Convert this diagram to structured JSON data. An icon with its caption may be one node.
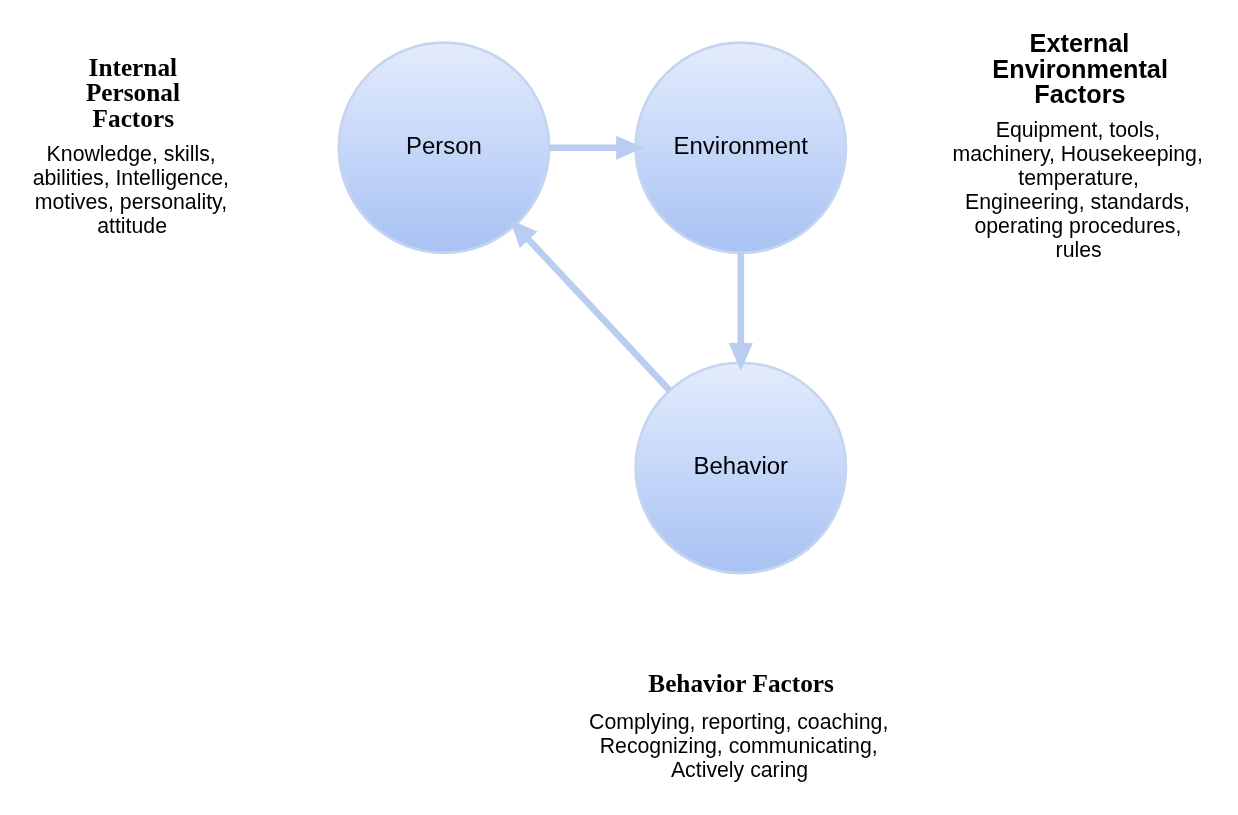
{
  "diagram": {
    "nodes": [
      {
        "text": [
          "Person"
        ]
      },
      {
        "text": [
          "Environment"
        ]
      },
      {
        "text": [
          "Behavior"
        ]
      }
    ],
    "edges": [
      {
        "from": 0,
        "to": 1,
        "arrow": "to"
      },
      {
        "from": 1,
        "to": 2,
        "arrow": "to"
      },
      {
        "from": 2,
        "to": 0,
        "arrow": "to"
      }
    ],
    "labels": [
      "Internal Personal Factors",
      "Knowledge, skills, abilities, Intelligence, motives, personality, attitude",
      "External Environmental Factors",
      "Equipment, tools, machinery, Housekeeping, temperature, Engineering, standards, operating procedures, rules",
      "Behavior Factors",
      "Complying, reporting, coaching, Recognizing, communicating, Actively caring"
    ]
  }
}
